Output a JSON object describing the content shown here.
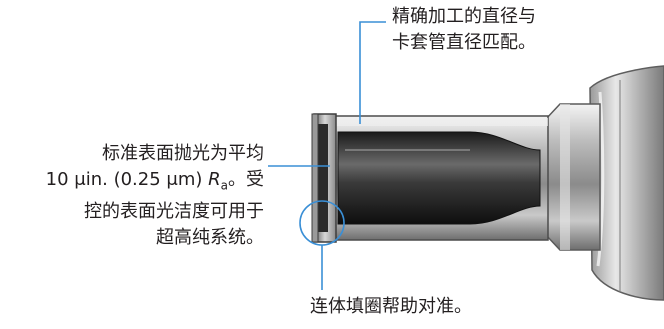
{
  "labels": {
    "top_line1": "精确加工的直径与",
    "top_line2": "卡套管直径匹配。",
    "left_line1": "标准表面抛光为平均",
    "left_line2_value": "10 μin. (0.25 μm) ",
    "left_line2_ra": "R",
    "left_line2_sub": "a",
    "left_line2_rest": "。受",
    "left_line3": "控的表面光洁度可用于",
    "left_line4": "超高纯系统。",
    "bottom_line1": "连体填圈帮助对准。"
  },
  "colors": {
    "callout_line": "#3a8fd6",
    "text": "#231f20"
  }
}
